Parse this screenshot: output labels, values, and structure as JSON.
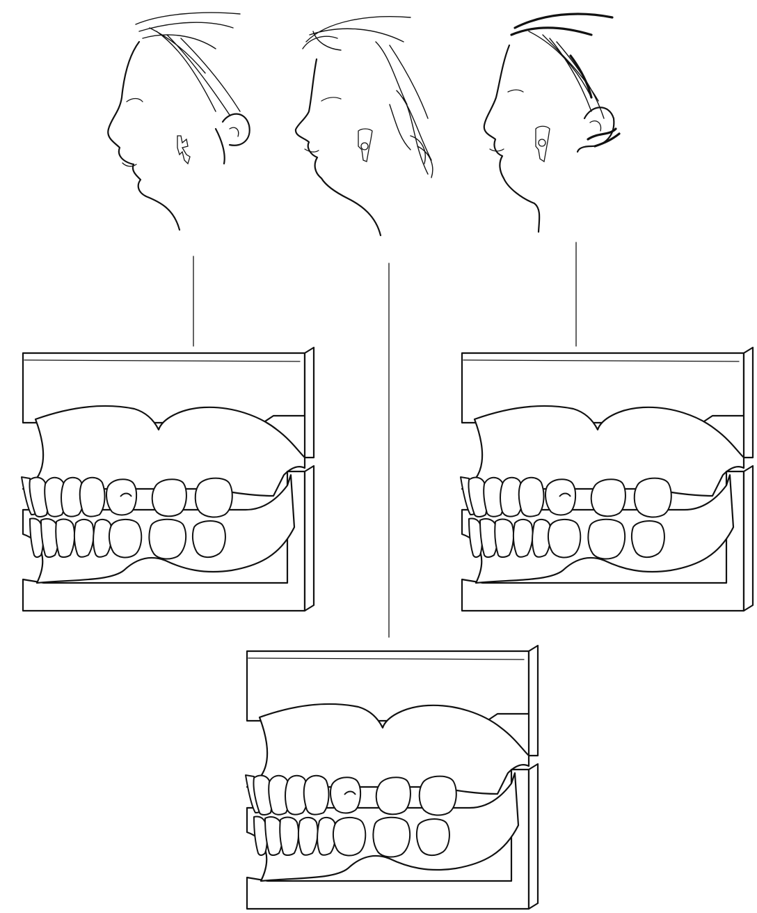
{
  "figure": {
    "profiles": [
      {
        "id": "profile-left",
        "icon": "tooth-icon"
      },
      {
        "id": "profile-center",
        "icon": "tooth-icon"
      },
      {
        "id": "profile-right",
        "icon": "tooth-icon"
      }
    ],
    "dental_models": [
      {
        "id": "dental-model-left"
      },
      {
        "id": "dental-model-right"
      },
      {
        "id": "dental-model-bottom"
      }
    ],
    "colors": {
      "ink": "#111111",
      "paper": "#ffffff"
    }
  }
}
